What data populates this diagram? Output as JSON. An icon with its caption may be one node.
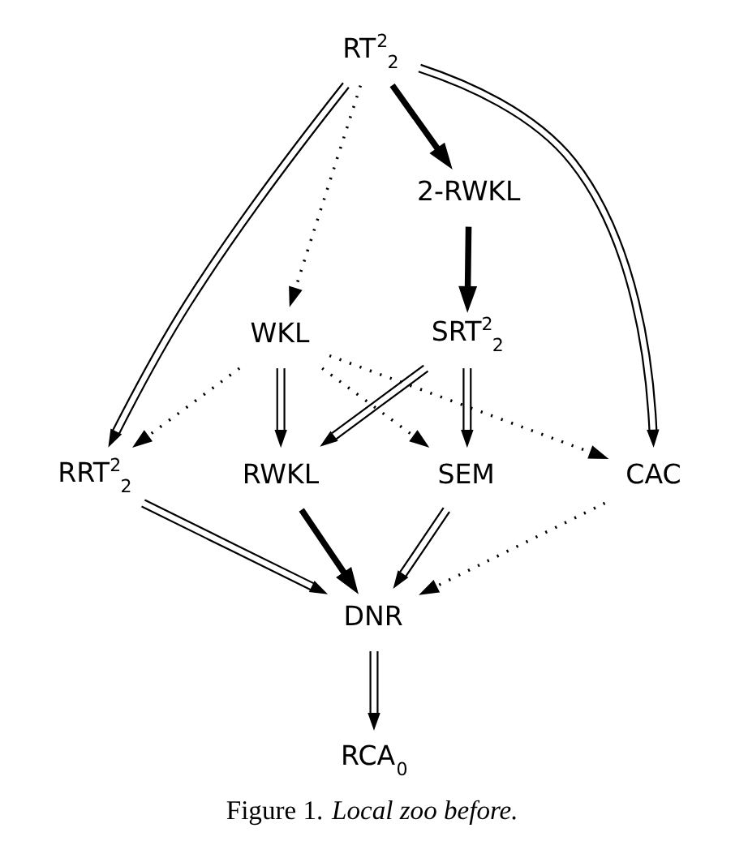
{
  "diagram": {
    "caption": "Figure 1. *Local zoo before.*",
    "nodes": [
      {
        "text": [
          "RT$^{2}$$_{2}$"
        ]
      },
      {
        "text": [
          "2-RWKL"
        ]
      },
      {
        "text": [
          "WKL"
        ]
      },
      {
        "text": [
          "SRT$^{2}$$_{2}$"
        ]
      },
      {
        "text": [
          "RRT$^{2}$$_{2}$"
        ]
      },
      {
        "text": [
          "RWKL"
        ]
      },
      {
        "text": [
          "SEM"
        ]
      },
      {
        "text": [
          "CAC"
        ]
      },
      {
        "text": [
          "DNR"
        ]
      },
      {
        "text": [
          "RCA$_{0}$"
        ]
      }
    ],
    "edges": [
      {
        "from": 0,
        "to": 4,
        "arrow": "to"
      },
      {
        "from": 0,
        "to": 2,
        "arrow": "to",
        "style": "dashed"
      },
      {
        "from": 0,
        "to": 1,
        "arrow": "to",
        "style": "thick"
      },
      {
        "from": 0,
        "to": 7,
        "arrow": "to"
      },
      {
        "from": 1,
        "to": 3,
        "arrow": "to",
        "style": "thick"
      },
      {
        "from": 2,
        "to": 4,
        "arrow": "to",
        "style": "dashed"
      },
      {
        "from": 2,
        "to": 5,
        "arrow": "to"
      },
      {
        "from": 2,
        "to": 6,
        "arrow": "to",
        "style": "dashed"
      },
      {
        "from": 2,
        "to": 7,
        "arrow": "to",
        "style": "dashed"
      },
      {
        "from": 3,
        "to": 5,
        "arrow": "to"
      },
      {
        "from": 3,
        "to": 6,
        "arrow": "to"
      },
      {
        "from": 4,
        "to": 8,
        "arrow": "to"
      },
      {
        "from": 5,
        "to": 8,
        "arrow": "to",
        "style": "thick"
      },
      {
        "from": 6,
        "to": 8,
        "arrow": "to"
      },
      {
        "from": 7,
        "to": 8,
        "arrow": "to",
        "style": "dashed"
      },
      {
        "from": 8,
        "to": 9,
        "arrow": "to"
      }
    ]
  }
}
